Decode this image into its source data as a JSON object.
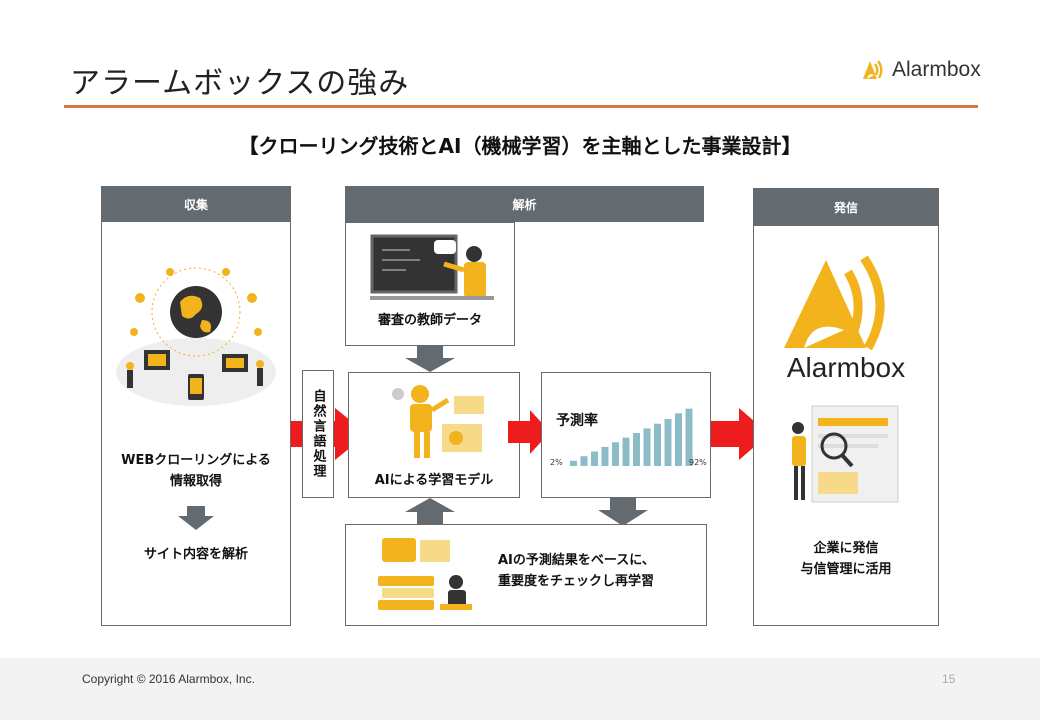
{
  "slide": {
    "title": "アラームボックスの強み",
    "subtitle": "【クローリング技術とAI（機械学習）を主軸とした事業設計】",
    "logo_text": "Alarmbox"
  },
  "sections": {
    "collect": {
      "header": "収集",
      "step1": "WEBクローリングによる\n情報取得",
      "step2": "サイト内容を解析"
    },
    "analyze": {
      "header": "解析",
      "teacher_data": "審査の教師データ",
      "nlp": "自然言語処理",
      "ai_model": "AIによる学習モデル",
      "prediction_label": "予測率",
      "prediction_min": "2%",
      "prediction_max": "92%",
      "relearn": "AIの予測結果をベースに、\n重要度をチェックし再学習"
    },
    "deliver": {
      "header": "発信",
      "logo_text": "Alarmbox",
      "use": "企業に発信\n与信管理に活用"
    }
  },
  "chart_data": {
    "type": "bar",
    "title": "予測率",
    "values": [
      2,
      10,
      18,
      26,
      34,
      42,
      50,
      58,
      66,
      74,
      84,
      92
    ],
    "annotations": [
      "2%",
      "92%"
    ]
  },
  "colors": {
    "header_gray": "#646b70",
    "arrow_red": "#ee1c1c",
    "arrow_gray": "#646b70",
    "accent_orange": "#d07a3e",
    "brand_yellow": "#f2b31d",
    "bar_teal": "#8cbcc8"
  },
  "footer": {
    "copyright": "Copyright © 2016 Alarmbox, Inc.",
    "page": "15"
  }
}
